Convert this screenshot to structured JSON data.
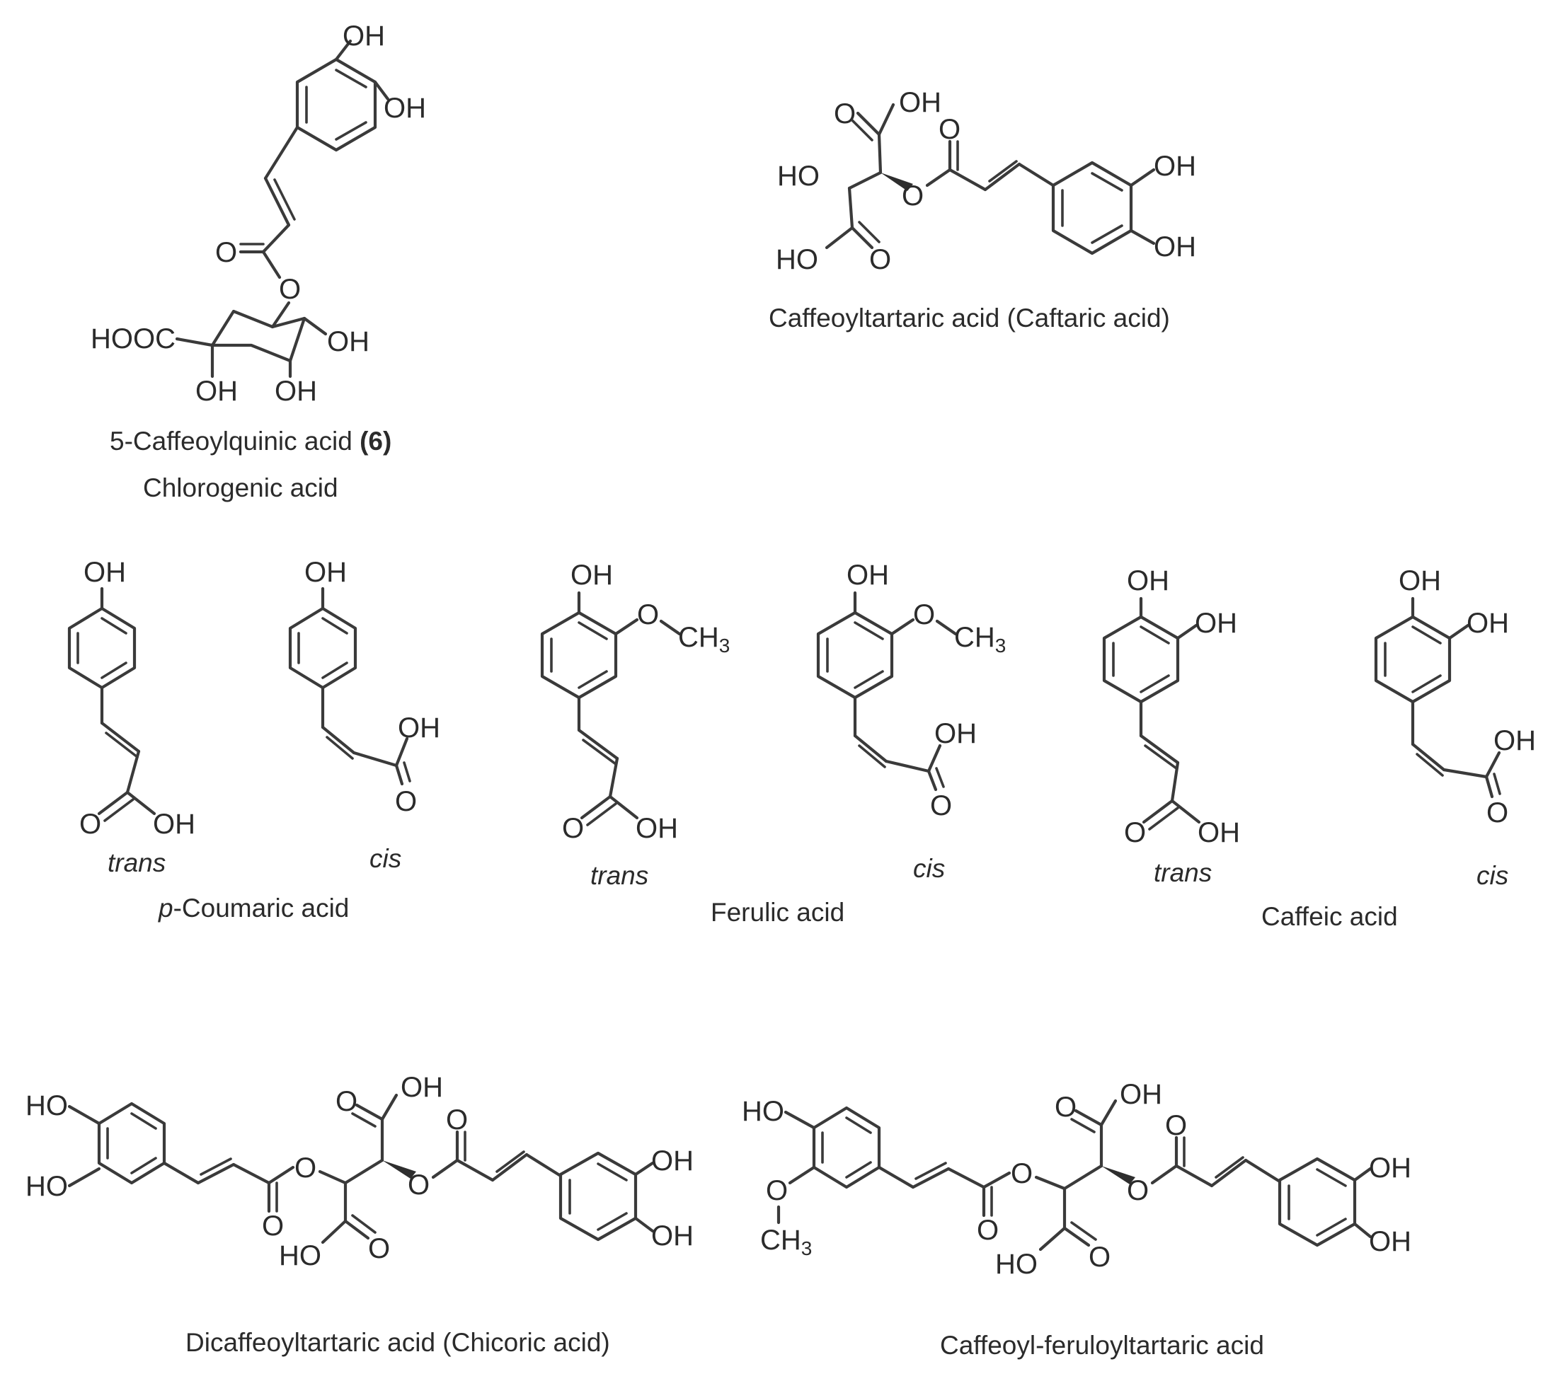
{
  "labels": {
    "oh": "OH",
    "ho": "HO",
    "o": "O",
    "hooc": "HOOC",
    "ch": "CH",
    "sub3": "3"
  },
  "captions": {
    "chlorogenic_line1_main": "5-Caffeoylquinic acid ",
    "chlorogenic_line1_num": "(6)",
    "chlorogenic_line2": "Chlorogenic acid",
    "caftaric": "Caffeoyltartaric acid (Caftaric acid)",
    "coumaric_prefix": "p",
    "coumaric_rest": "-Coumaric acid",
    "ferulic": "Ferulic acid",
    "caffeic": "Caffeic acid",
    "chicoric": "Dicaffeoyltartaric acid (Chicoric acid)",
    "caffeoyl_feruloyl": "Caffeoyl-feruloyltartaric acid"
  },
  "isomers": {
    "trans": "trans",
    "cis": "cis"
  }
}
